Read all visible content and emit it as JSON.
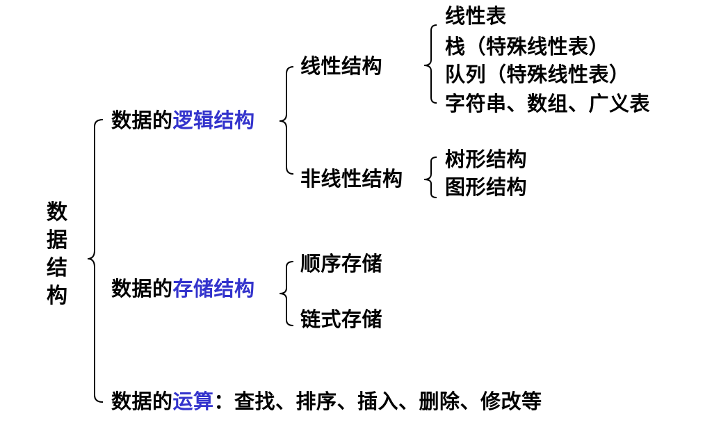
{
  "root": {
    "chars": [
      "数",
      "据",
      "结",
      "构"
    ]
  },
  "logical": {
    "prefix": "数据的",
    "highlight": "逻辑结构",
    "linear": {
      "label": "线性结构",
      "items": [
        "线性表",
        "栈（特殊线性表）",
        "队列（特殊线性表）",
        "字符串、数组、广义表"
      ]
    },
    "nonlinear": {
      "label": "非线性结构",
      "items": [
        "树形结构",
        "图形结构"
      ]
    }
  },
  "storage": {
    "prefix": "数据的",
    "highlight": "存储结构",
    "items": [
      "顺序存储",
      "链式存储"
    ]
  },
  "operation": {
    "prefix": "数据的",
    "highlight": "运算",
    "suffix": "：查找、排序、插入、删除、修改等"
  },
  "colors": {
    "highlight": "#3333cc",
    "text": "#000000",
    "line": "#000000"
  }
}
